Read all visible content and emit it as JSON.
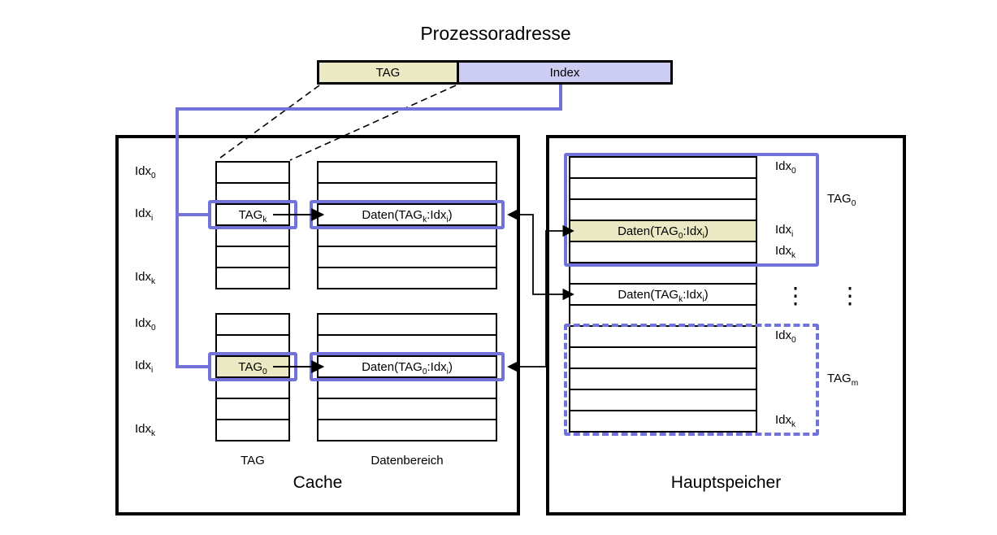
{
  "title": "Prozessoradresse",
  "address_fields": {
    "tag": "TAG",
    "index": "Index"
  },
  "cache": {
    "caption": "Cache",
    "tag_column_caption": "TAG",
    "data_column_caption": "Datenbereich",
    "row_labels": [
      [
        {
          "t": "Idx"
        },
        {
          "s": "0"
        }
      ],
      [
        {
          "t": "Idx"
        },
        {
          "s": "i"
        }
      ],
      [
        {
          "t": "Idx"
        },
        {
          "s": "k"
        }
      ],
      [
        {
          "t": "Idx"
        },
        {
          "s": "0"
        }
      ],
      [
        {
          "t": "Idx"
        },
        {
          "s": "i"
        }
      ],
      [
        {
          "t": "Idx"
        },
        {
          "s": "k"
        }
      ]
    ],
    "set1_tag_entry": [
      {
        "t": "TAG"
      },
      {
        "s": "k"
      }
    ],
    "set1_data_entry": [
      {
        "t": "Daten(TAG"
      },
      {
        "s": "k"
      },
      {
        "t": ":Idx"
      },
      {
        "s": "i"
      },
      {
        "t": ")"
      }
    ],
    "set2_tag_entry": [
      {
        "t": "TAG"
      },
      {
        "s": "0"
      }
    ],
    "set2_data_entry": [
      {
        "t": "Daten(TAG"
      },
      {
        "s": "0"
      },
      {
        "t": ":Idx"
      },
      {
        "s": "i"
      },
      {
        "t": ")"
      }
    ]
  },
  "memory": {
    "caption": "Hauptspeicher",
    "block0_label": [
      {
        "t": "TAG"
      },
      {
        "s": "0"
      }
    ],
    "block0_row_labels": [
      [
        {
          "t": "Idx"
        },
        {
          "s": "0"
        }
      ],
      [
        {
          "t": "Idx"
        },
        {
          "s": "i"
        }
      ],
      [
        {
          "t": "Idx"
        },
        {
          "s": "k"
        }
      ]
    ],
    "block0_data_entry": [
      {
        "t": "Daten(TAG"
      },
      {
        "s": "0"
      },
      {
        "t": ":Idx"
      },
      {
        "s": "i"
      },
      {
        "t": ")"
      }
    ],
    "middle_data_entry": [
      {
        "t": "Daten(TAG"
      },
      {
        "s": "k"
      },
      {
        "t": ":Idx"
      },
      {
        "s": "i"
      },
      {
        "t": ")"
      }
    ],
    "ellipsis_left": "⋮",
    "ellipsis_right": "⋮",
    "blockm_label": [
      {
        "t": "TAG"
      },
      {
        "s": "m"
      }
    ],
    "blockm_row_labels": [
      [
        {
          "t": "Idx"
        },
        {
          "s": "0"
        }
      ],
      [
        {
          "t": "Idx"
        },
        {
          "s": "k"
        }
      ]
    ]
  },
  "colors": {
    "tag_fill": "#eae9c3",
    "index_fill": "#cdccf3",
    "highlight_stroke": "#7273d9",
    "line_black": "#000000"
  }
}
